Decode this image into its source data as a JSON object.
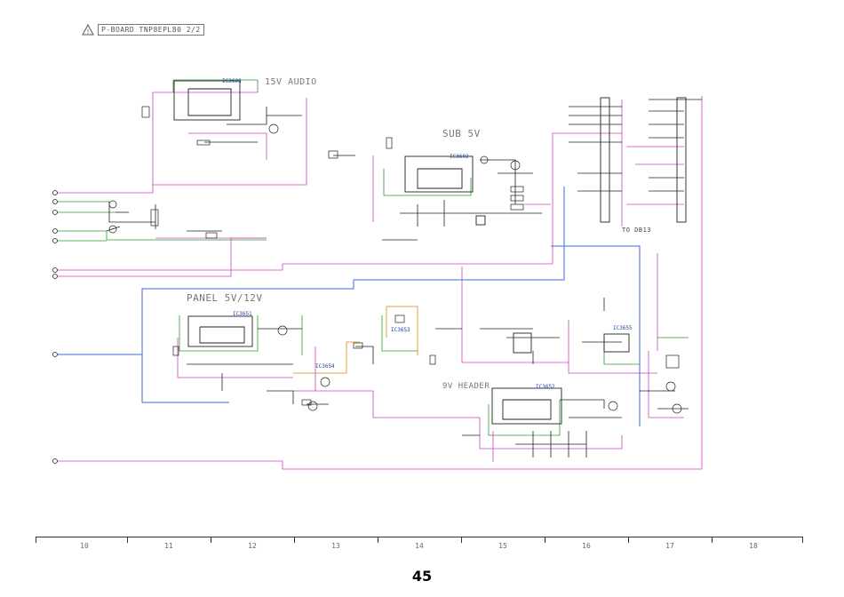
{
  "header": {
    "board_label": "P-BOARD TNP8EPL80 2/2",
    "warning_icon": "warning-triangle-icon"
  },
  "sections": {
    "audio_15v": "15V AUDIO",
    "sub_5v": "SUB 5V",
    "panel": "PANEL 5V/12V",
    "header_9v": "9V HEADER",
    "to_db13": "TO DB13"
  },
  "ics": {
    "ic3603": "IC3603",
    "ic3602": "IC3602",
    "ic3651": "IC3651",
    "ic3654": "IC3654",
    "ic3653": "IC3653",
    "ic3652": "IC3652",
    "ic3655": "IC3655"
  },
  "ruler": {
    "columns": [
      "10",
      "11",
      "12",
      "13",
      "14",
      "15",
      "16",
      "17",
      "18"
    ]
  },
  "page_number": "45",
  "colors": {
    "wire": "#222222",
    "power": "#2d9a2d",
    "signal": "#d040c0",
    "bus": "#3a6fd8",
    "ground": "#e0820a"
  }
}
